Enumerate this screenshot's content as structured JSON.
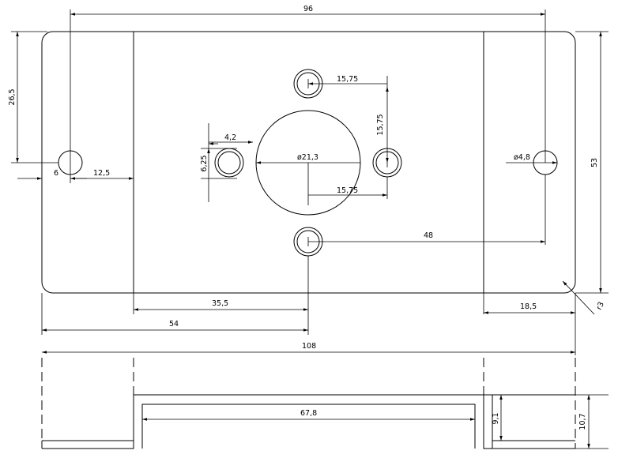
{
  "dimensions": {
    "overall_width_top": "96",
    "hole_vertical": "26,5",
    "hole_x": "6",
    "band_offset": "12,5",
    "top_hole_dx": "15,75",
    "right_hole_dy": "15,75",
    "small_hole_w": "4,2",
    "small_hole_h": "6,25",
    "center_hole_dia": "ø21,3",
    "bottom_dx": "15,75",
    "mount_hole_dia": "ø4,8",
    "height": "53",
    "right_to_hole": "48",
    "band_to_center": "35,5",
    "edge_to_center": "54",
    "total_length": "108",
    "right_band": "18,5",
    "corner_radius": "r3",
    "inner_width": "67,8",
    "step_inner": "9,1",
    "step_outer": "10,7"
  }
}
